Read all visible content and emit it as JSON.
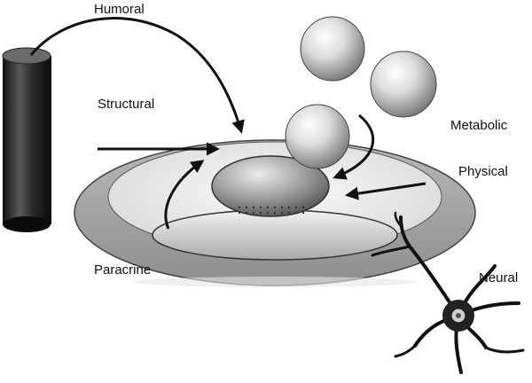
{
  "labels": {
    "humoral": "Humoral",
    "structural": "Structural",
    "metabolic": "Metabolic",
    "physical": "Physical",
    "paracrine": "Paracrine",
    "neural": "Neural"
  }
}
